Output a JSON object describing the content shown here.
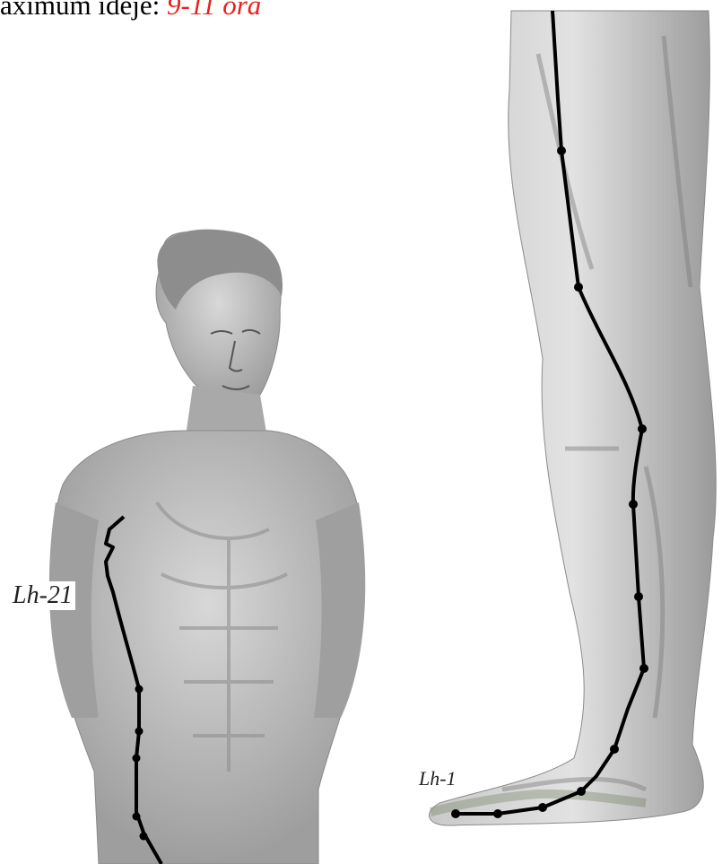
{
  "header": {
    "prefix": "aximum ideje:",
    "time": "9-11 óra"
  },
  "labels": {
    "torso_point": "Lh-21",
    "foot_point": "Lh-1"
  },
  "colors": {
    "meridian_line": "#000000",
    "body_fill": "#b5b5b5",
    "time_highlight": "#e8211e"
  }
}
